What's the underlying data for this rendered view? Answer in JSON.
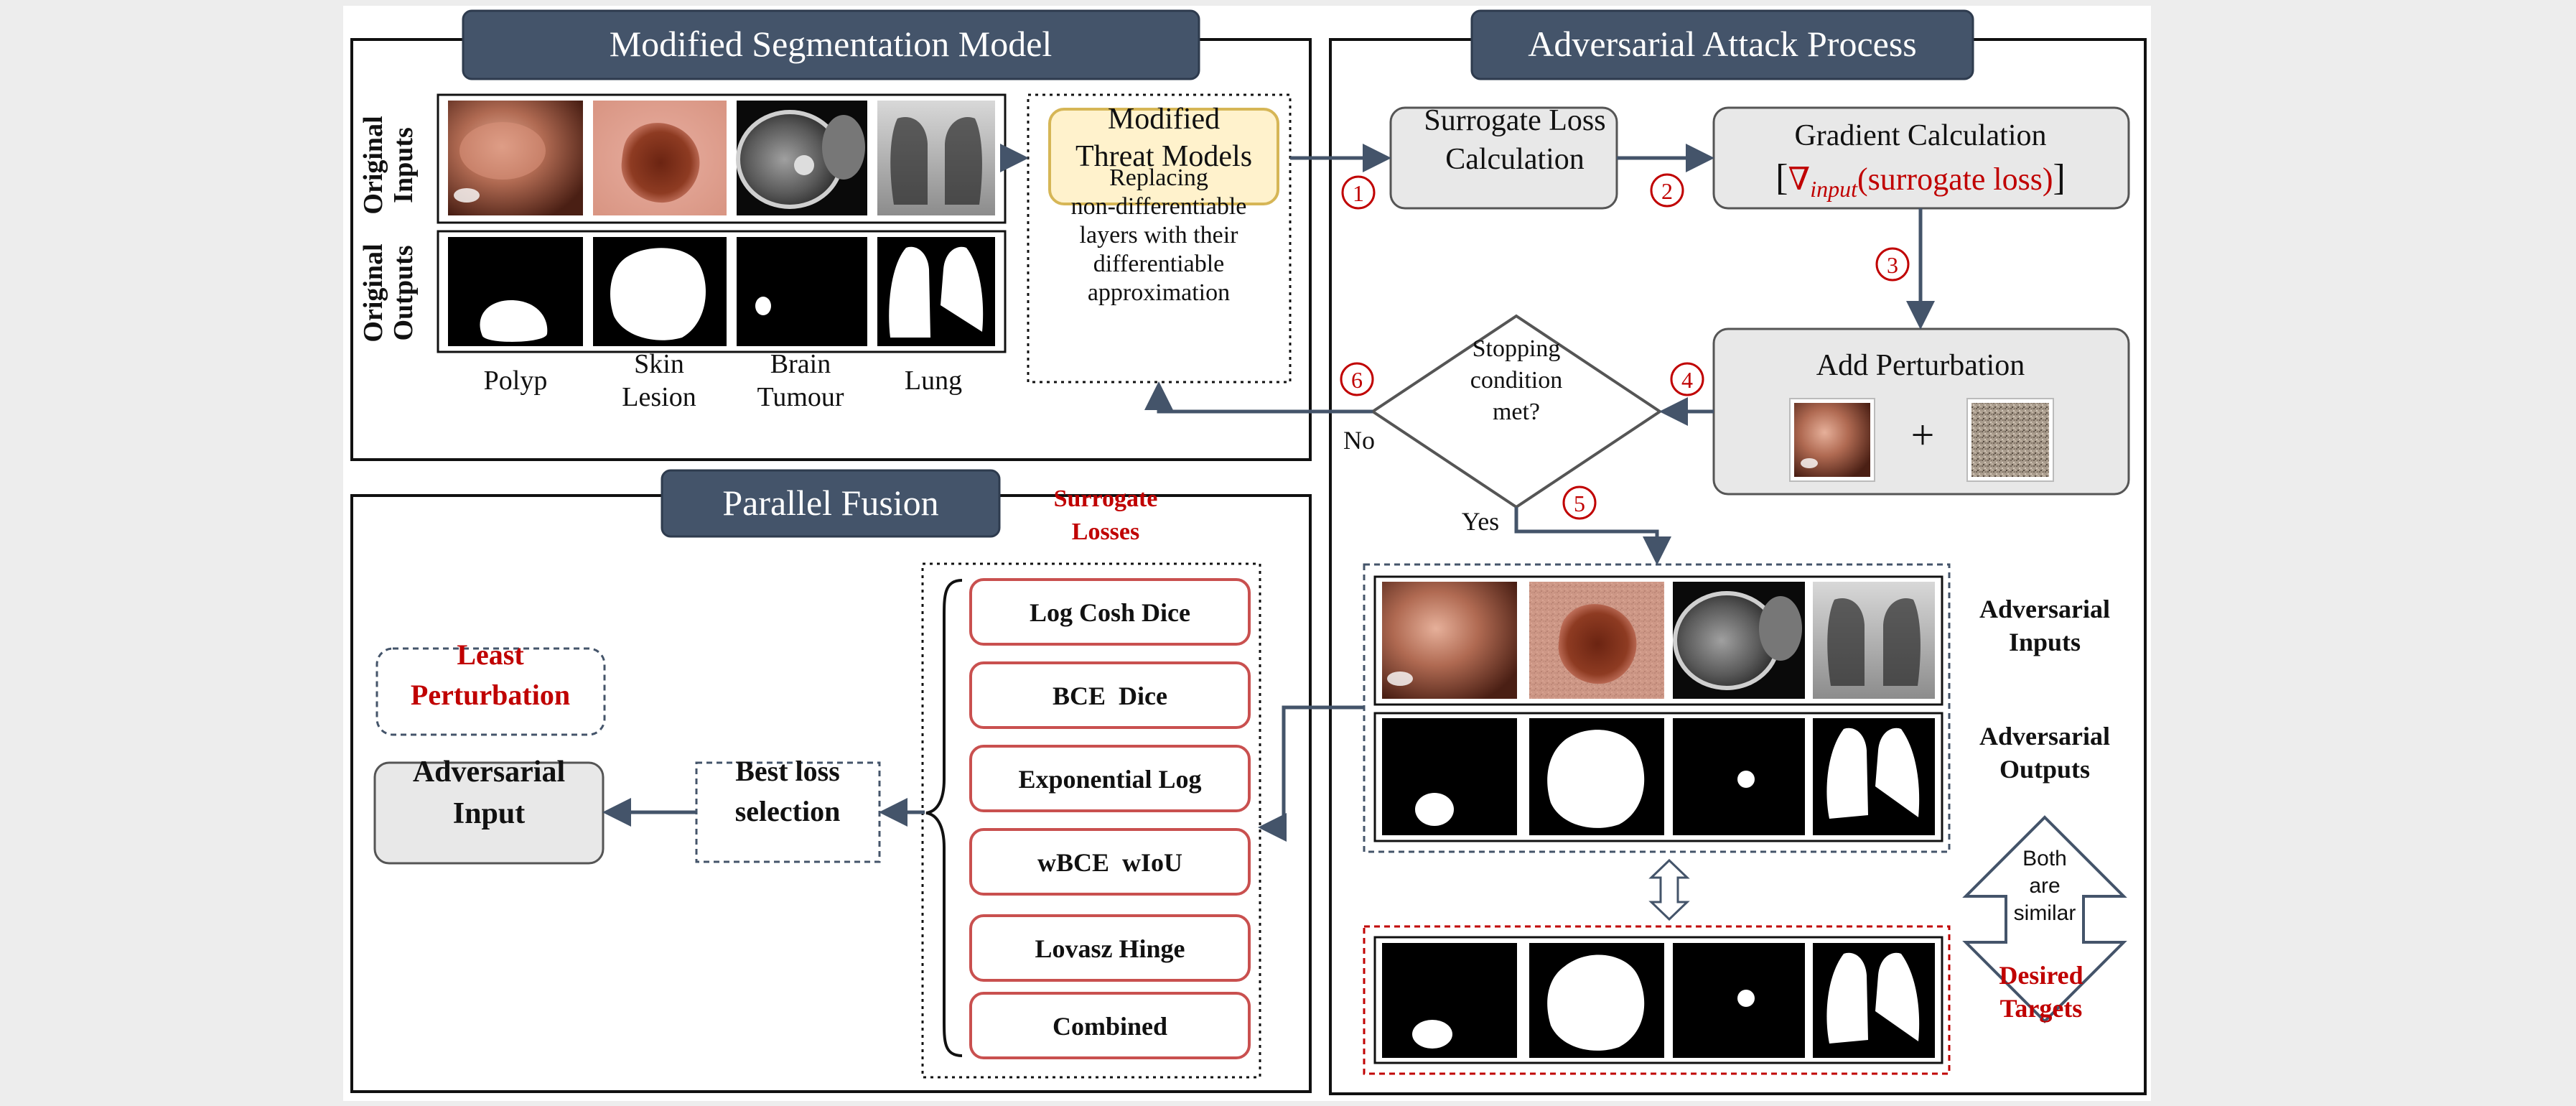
{
  "sections": {
    "segmentation": "Modified Segmentation Model",
    "attack": "Adversarial Attack Process",
    "fusion": "Parallel Fusion"
  },
  "side_labels": {
    "original_inputs": [
      "Original",
      "Inputs"
    ],
    "original_outputs": [
      "Original",
      "Outputs"
    ]
  },
  "captions": {
    "polyp": [
      "Polyp"
    ],
    "skin": [
      "Skin",
      "Lesion"
    ],
    "brain": [
      "Brain",
      "Tumour"
    ],
    "lung": [
      "Lung"
    ]
  },
  "threat": {
    "title": [
      "Modified",
      "Threat Models"
    ],
    "desc": [
      "Replacing",
      "non-differentiable",
      "layers with their",
      "differentiable",
      "approximation"
    ]
  },
  "attack": {
    "surrogate_calc": [
      "Surrogate Loss",
      "Calculation"
    ],
    "gradient_title": "Gradient Calculation",
    "gradient_nabla": "∇",
    "gradient_sub": "input",
    "gradient_arg": "(surrogate loss)",
    "add_perturbation": "Add Perturbation",
    "plus": "+",
    "stopping": [
      "Stopping",
      "condition",
      "met?"
    ],
    "no": "No",
    "yes": "Yes",
    "adv_inputs": [
      "Adversarial",
      "Inputs"
    ],
    "adv_outputs": [
      "Adversarial",
      "Outputs"
    ],
    "both_similar": [
      "Both",
      "are",
      "similar"
    ],
    "desired_targets": [
      "Desired",
      "Targets"
    ]
  },
  "steps": [
    "1",
    "2",
    "3",
    "4",
    "5",
    "6"
  ],
  "fusion": {
    "surrogate_losses": [
      "Surrogate",
      "Losses"
    ],
    "losses": [
      "Log Cosh Dice",
      "BCE  Dice",
      "Exponential Log",
      "wBCE  wIoU",
      "Lovasz Hinge",
      "Combined"
    ],
    "best_loss": [
      "Best loss",
      "selection"
    ],
    "adversarial_input": [
      "Adversarial",
      "Input"
    ],
    "least_perturbation": [
      "Least",
      "Perturbation"
    ]
  },
  "colors": {
    "section_title_bg": "#44546a",
    "arrow": "#44546a",
    "accent_red": "#c00000",
    "loss_border": "#c9504f",
    "threat_fill": "#fff2cc",
    "threat_border": "#d6b656",
    "gray_box": "#e8e8e8"
  }
}
